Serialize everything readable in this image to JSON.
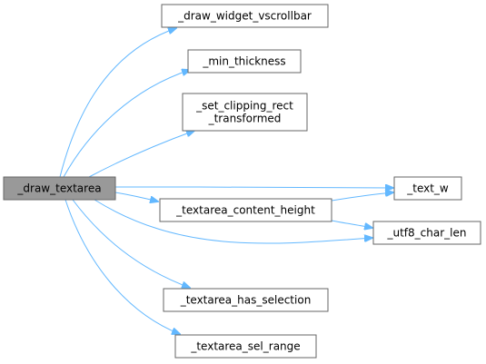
{
  "graph": {
    "root": "_draw_textarea",
    "nodes": [
      {
        "id": "draw_textarea",
        "lines": [
          "_draw_textarea"
        ]
      },
      {
        "id": "draw_widget_vscrollbar",
        "lines": [
          "_draw_widget_vscrollbar"
        ]
      },
      {
        "id": "min_thickness",
        "lines": [
          "_min_thickness"
        ]
      },
      {
        "id": "set_clipping_rect_transformed",
        "lines": [
          "_set_clipping_rect",
          "_transformed"
        ]
      },
      {
        "id": "text_w",
        "lines": [
          "_text_w"
        ]
      },
      {
        "id": "textarea_content_height",
        "lines": [
          "_textarea_content_height"
        ]
      },
      {
        "id": "utf8_char_len",
        "lines": [
          "_utf8_char_len"
        ]
      },
      {
        "id": "textarea_has_selection",
        "lines": [
          "_textarea_has_selection"
        ]
      },
      {
        "id": "textarea_sel_range",
        "lines": [
          "_textarea_sel_range"
        ]
      }
    ],
    "edges": [
      {
        "from": "draw_textarea",
        "to": "draw_widget_vscrollbar"
      },
      {
        "from": "draw_textarea",
        "to": "min_thickness"
      },
      {
        "from": "draw_textarea",
        "to": "set_clipping_rect_transformed"
      },
      {
        "from": "draw_textarea",
        "to": "text_w"
      },
      {
        "from": "draw_textarea",
        "to": "textarea_content_height"
      },
      {
        "from": "draw_textarea",
        "to": "utf8_char_len"
      },
      {
        "from": "draw_textarea",
        "to": "textarea_has_selection"
      },
      {
        "from": "draw_textarea",
        "to": "textarea_sel_range"
      },
      {
        "from": "textarea_content_height",
        "to": "text_w"
      },
      {
        "from": "textarea_content_height",
        "to": "utf8_char_len"
      }
    ],
    "colors": {
      "edge": "#63b8ff",
      "root_fill": "#999999",
      "node_border": "#666666",
      "node_fill": "#ffffff"
    }
  }
}
